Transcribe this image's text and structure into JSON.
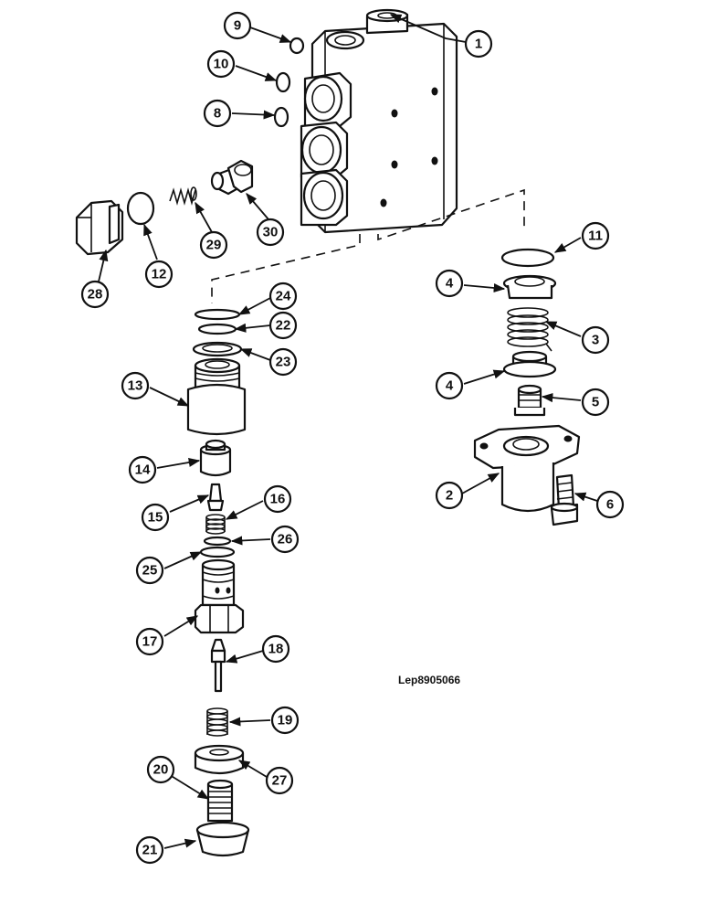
{
  "drawing_reference": "Lep8905066",
  "callouts": [
    "1",
    "2",
    "3",
    "4",
    "4",
    "5",
    "6",
    "8",
    "9",
    "10",
    "11",
    "12",
    "13",
    "14",
    "15",
    "16",
    "17",
    "18",
    "19",
    "20",
    "21",
    "22",
    "23",
    "24",
    "25",
    "26",
    "27",
    "28",
    "29",
    "30"
  ],
  "arrowhead_color": "#111111"
}
